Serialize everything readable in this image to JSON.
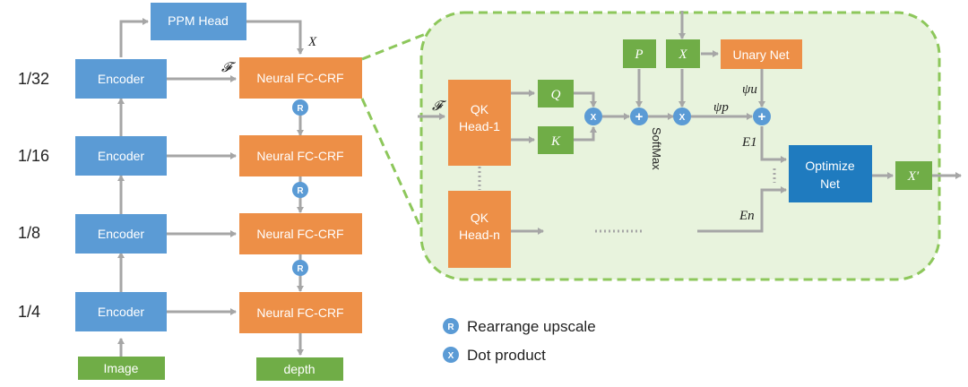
{
  "scales": [
    "1/32",
    "1/16",
    "1/8",
    "1/4"
  ],
  "left": {
    "ppm_head": "PPM Head",
    "encoder": "Encoder",
    "crf": "Neural FC-CRF",
    "image": "Image",
    "depth": "depth",
    "x_label": "X",
    "f_label": "𝓕",
    "r": "R"
  },
  "detail": {
    "f_label": "𝓕",
    "qk1": [
      "QK",
      "Head-1"
    ],
    "qkn": [
      "QK",
      "Head-n"
    ],
    "q": "Q",
    "k": "K",
    "p": "P",
    "x": "X",
    "unary": "Unary Net",
    "softmax": "SoftMax",
    "psi_p": "ψp",
    "psi_u": "ψu",
    "e1": "E1",
    "en": "En",
    "optimize": [
      "Optimize",
      "Net"
    ],
    "x_out": "X′",
    "dot_symbol": "X",
    "plus_symbol": "+"
  },
  "legend": [
    {
      "symbol": "R",
      "label": "Rearrange upscale"
    },
    {
      "symbol": "X",
      "label": "Dot product"
    }
  ],
  "colors": {
    "blue": "#5b9bd5",
    "orange": "#ed8f47",
    "green": "#70ad47",
    "dark_blue": "#1f7bbf",
    "circle": "#5b9bd5",
    "arrow": "#a6a6a6",
    "dashed": "#8dc75b",
    "panel": "#e8f3dd"
  }
}
